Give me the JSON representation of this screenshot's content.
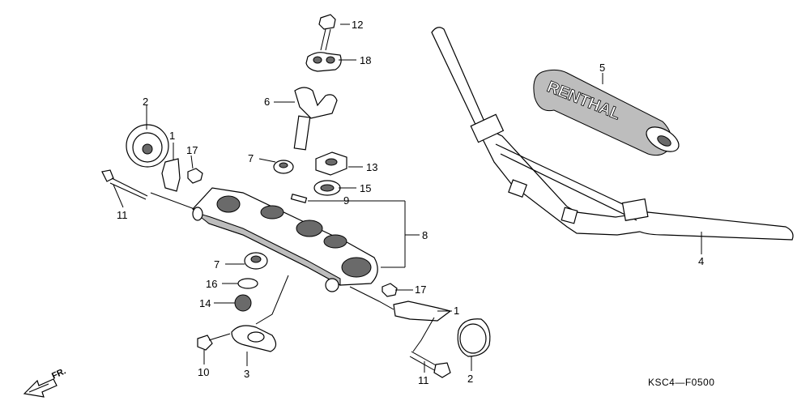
{
  "diagram": {
    "callouts": [
      {
        "id": "c1a",
        "text": "1"
      },
      {
        "id": "c1b",
        "text": "1"
      },
      {
        "id": "c2a",
        "text": "2"
      },
      {
        "id": "c2b",
        "text": "2"
      },
      {
        "id": "c3",
        "text": "3"
      },
      {
        "id": "c4",
        "text": "4"
      },
      {
        "id": "c5",
        "text": "5"
      },
      {
        "id": "c6",
        "text": "6"
      },
      {
        "id": "c7a",
        "text": "7"
      },
      {
        "id": "c7b",
        "text": "7"
      },
      {
        "id": "c8",
        "text": "8"
      },
      {
        "id": "c9",
        "text": "9"
      },
      {
        "id": "c10",
        "text": "10"
      },
      {
        "id": "c11a",
        "text": "11"
      },
      {
        "id": "c11b",
        "text": "11"
      },
      {
        "id": "c12",
        "text": "12"
      },
      {
        "id": "c13",
        "text": "13"
      },
      {
        "id": "c14",
        "text": "14"
      },
      {
        "id": "c15",
        "text": "15"
      },
      {
        "id": "c16",
        "text": "16"
      },
      {
        "id": "c17a",
        "text": "17"
      },
      {
        "id": "c17b",
        "text": "17"
      },
      {
        "id": "c18",
        "text": "18"
      }
    ],
    "grip_brand": "RENTHAL",
    "direction_marker": "FR.",
    "diagram_code": "KSC4—F0500"
  }
}
